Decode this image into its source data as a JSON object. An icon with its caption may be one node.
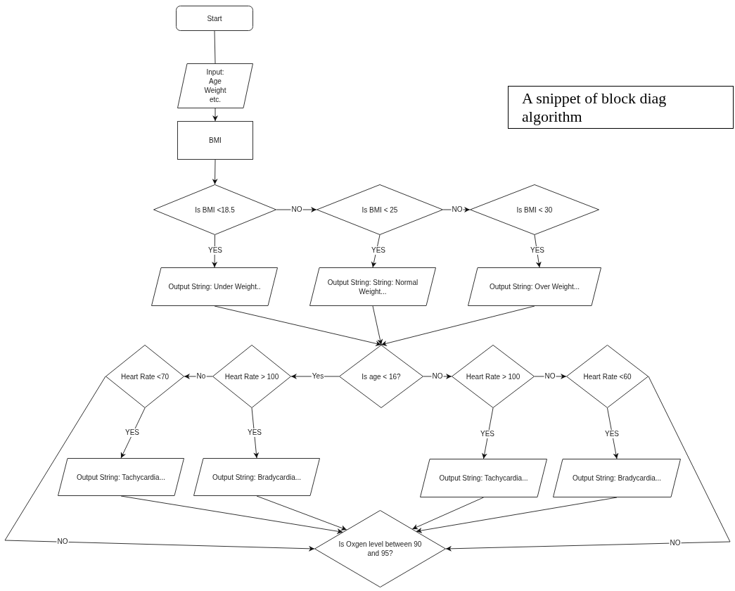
{
  "diagram": {
    "nodes": [
      {
        "text": [
          "Start"
        ]
      },
      {
        "text": [
          "Input: Age Weight etc."
        ]
      },
      {
        "text": [
          "BMI"
        ]
      },
      {
        "text": [
          "Is BMI <18.5"
        ]
      },
      {
        "text": [
          "Is BMI < 25"
        ]
      },
      {
        "text": [
          "Is BMI < 30"
        ]
      },
      {
        "text": [
          "Output String: Under Weight.."
        ]
      },
      {
        "text": [
          "Output String: String: Normal Weight..."
        ]
      },
      {
        "text": [
          "Output String: Over Weight..."
        ]
      },
      {
        "text": [
          "Is age < 16?"
        ]
      },
      {
        "text": [
          "Heart Rate <70"
        ]
      },
      {
        "text": [
          "Heart Rate > 100"
        ]
      },
      {
        "text": [
          "Heart Rate > 100"
        ]
      },
      {
        "text": [
          "Heart Rate <60"
        ]
      },
      {
        "text": [
          "Output String: Tachycardia..."
        ]
      },
      {
        "text": [
          "Output String: Bradycardia..."
        ]
      },
      {
        "text": [
          "Output String: Tachycardia..."
        ]
      },
      {
        "text": [
          "Output String: Bradycardia..."
        ]
      },
      {
        "text": [
          "Is Oxgen level between 90 and 95?"
        ]
      },
      {
        "text": [
          "A snippet of block diag algorithm"
        ]
      }
    ],
    "edges": [
      {
        "from": 0,
        "to": 1,
        "arrow": "none"
      },
      {
        "from": 1,
        "to": 2,
        "arrow": "to"
      },
      {
        "from": 2,
        "to": 3,
        "arrow": "to"
      },
      {
        "from": 3,
        "to": 4,
        "arrow": "to",
        "label": "NO"
      },
      {
        "from": 4,
        "to": 5,
        "arrow": "to",
        "label": "NO"
      },
      {
        "from": 3,
        "to": 6,
        "arrow": "to",
        "label": "YES"
      },
      {
        "from": 4,
        "to": 7,
        "arrow": "to",
        "label": "YES"
      },
      {
        "from": 5,
        "to": 8,
        "arrow": "to",
        "label": "YES"
      },
      {
        "from": 6,
        "to": 9,
        "arrow": "to"
      },
      {
        "from": 7,
        "to": 9,
        "arrow": "to"
      },
      {
        "from": 8,
        "to": 9,
        "arrow": "to"
      },
      {
        "from": 9,
        "to": 11,
        "arrow": "to",
        "label": "Yes"
      },
      {
        "from": 11,
        "to": 10,
        "arrow": "to",
        "label": "No"
      },
      {
        "from": 9,
        "to": 12,
        "arrow": "to",
        "label": "NO"
      },
      {
        "from": 12,
        "to": 13,
        "arrow": "to",
        "label": "NO"
      },
      {
        "from": 10,
        "to": 14,
        "arrow": "to",
        "label": "YES"
      },
      {
        "from": 11,
        "to": 15,
        "arrow": "to",
        "label": "YES"
      },
      {
        "from": 12,
        "to": 16,
        "arrow": "to",
        "label": "YES"
      },
      {
        "from": 13,
        "to": 17,
        "arrow": "to",
        "label": "YES"
      },
      {
        "from": 14,
        "to": 18,
        "arrow": "to"
      },
      {
        "from": 15,
        "to": 18,
        "arrow": "to"
      },
      {
        "from": 16,
        "to": 18,
        "arrow": "to"
      },
      {
        "from": 17,
        "to": 18,
        "arrow": "to"
      },
      {
        "from": 10,
        "to": 18,
        "arrow": "to",
        "label": "NO"
      },
      {
        "from": 13,
        "to": 18,
        "arrow": "to",
        "label": "NO"
      }
    ]
  }
}
